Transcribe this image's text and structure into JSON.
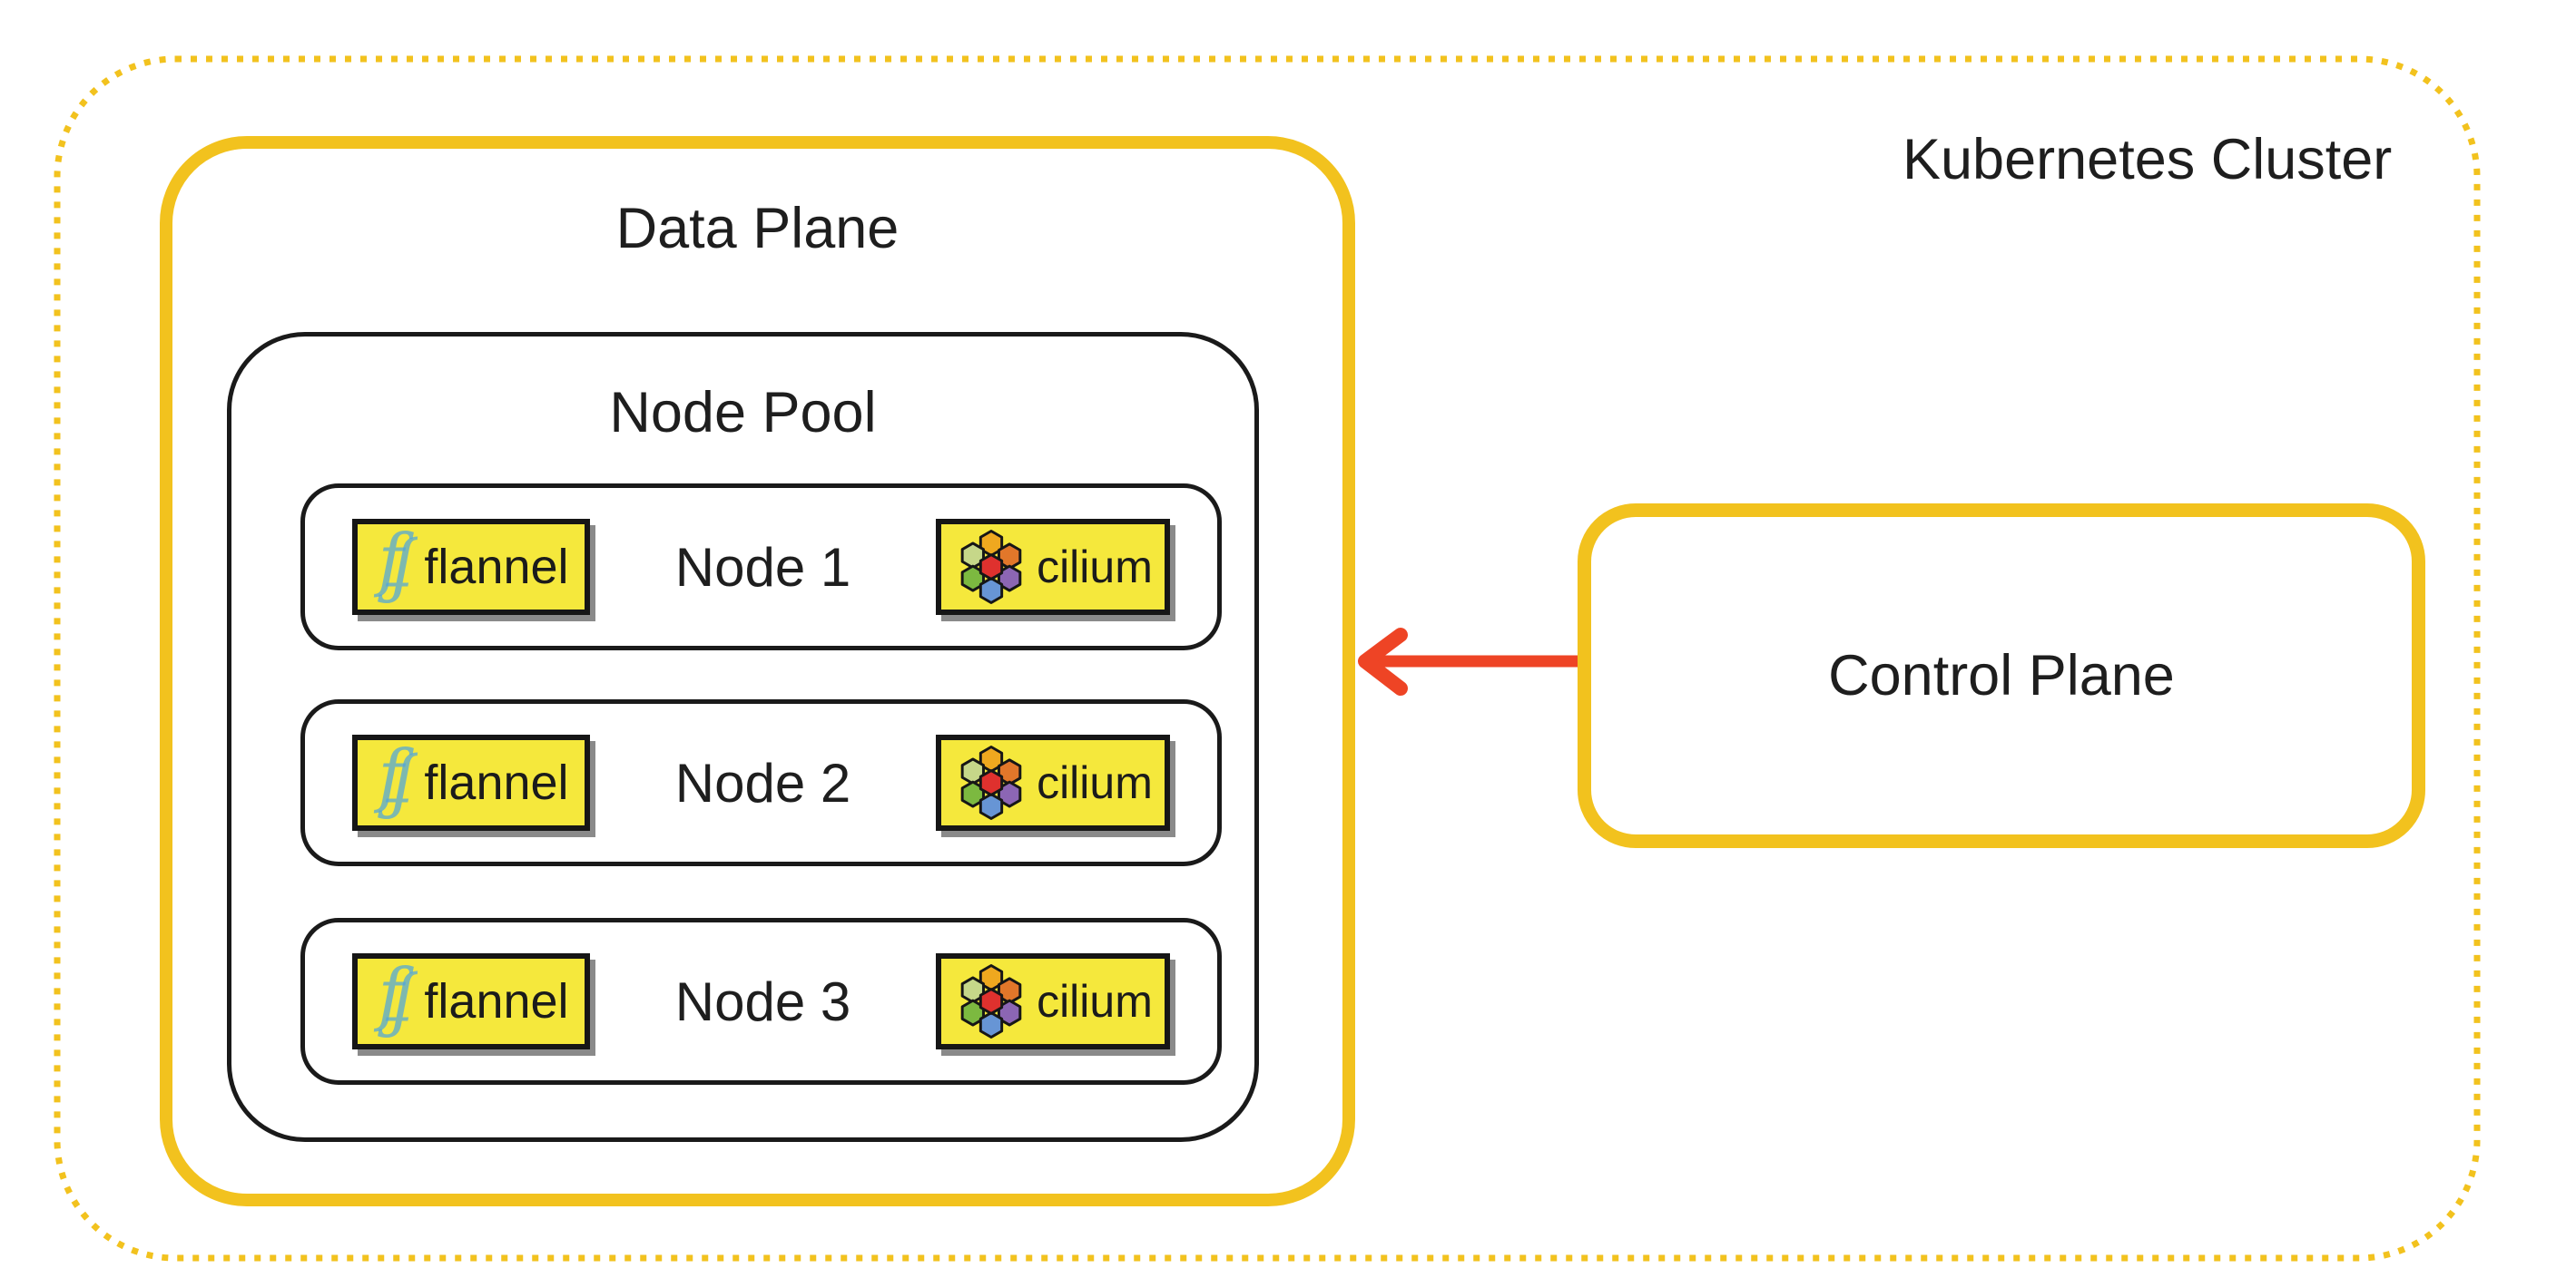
{
  "title": "Kubernetes Cluster",
  "data_plane": {
    "label": "Data Plane"
  },
  "node_pool": {
    "label": "Node Pool"
  },
  "nodes": [
    {
      "label": "Node 1"
    },
    {
      "label": "Node 2"
    },
    {
      "label": "Node 3"
    }
  ],
  "node_badges": {
    "flannel_label": "flannel",
    "cilium_label": "cilium"
  },
  "control_plane": {
    "label": "Control Plane"
  },
  "colors": {
    "accent_yellow": "#F2C21E",
    "badge_yellow": "#F5E83C",
    "arrow_red": "#EE4425",
    "line_black": "#1A1A1A",
    "text_black": "#1E1E1E",
    "flannel_blue": "#4FA5DC",
    "cilium_gold": "#EFA81F",
    "cilium_lightgreen": "#C6D789",
    "cilium_orange": "#E2772A",
    "cilium_red": "#DF312E",
    "cilium_green": "#7CB940",
    "cilium_purple": "#8C66B4",
    "cilium_blue": "#6795D5"
  }
}
